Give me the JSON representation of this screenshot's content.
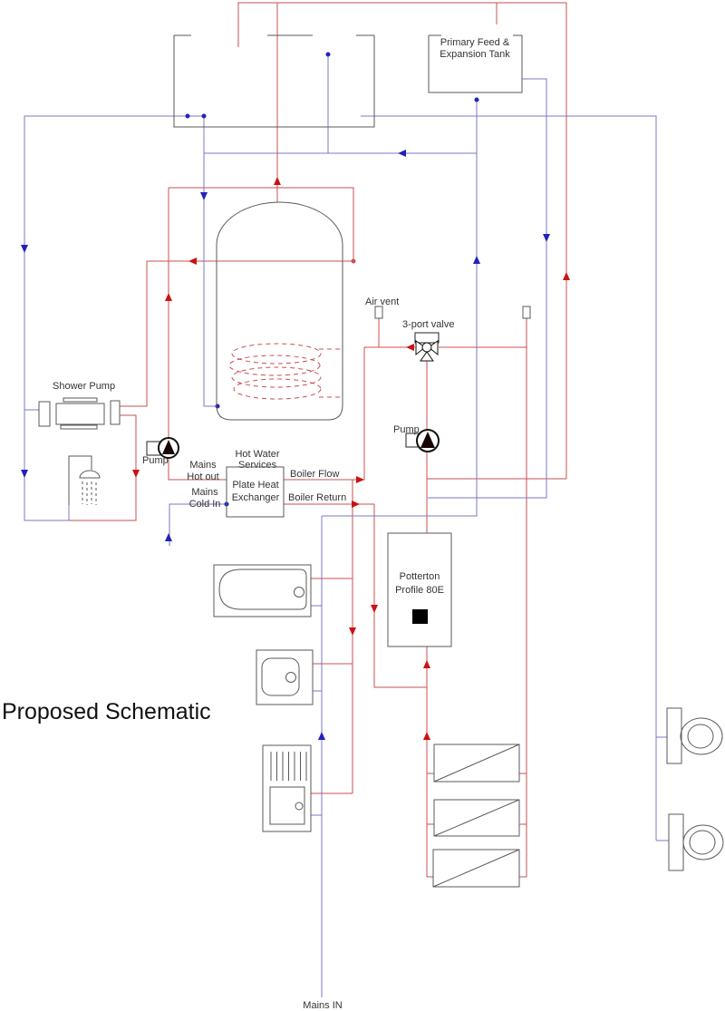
{
  "title": "Proposed Schematic",
  "colors": {
    "pipe_red": "#c85050",
    "pipe_blue": "#7878c8",
    "arrow_red": "#cc1111",
    "arrow_blue": "#2222bb",
    "outline_gray": "#5a5a5a",
    "text": "#333333",
    "boiler_window": "#000000"
  },
  "labels": {
    "feed_tank_line1": "Primary Feed &",
    "feed_tank_line2": "Expansion Tank",
    "air_vent": "Air vent",
    "three_port_valve": "3-port valve",
    "pump_primary": "Pump",
    "pump_secondary": "Pump",
    "shower_pump": "Shower Pump",
    "hot_water_line1": "Hot Water",
    "hot_water_line2": "Services",
    "phe_line1": "Plate Heat",
    "phe_line2": "Exchanger",
    "mains_hot_line1": "Mains",
    "mains_hot_line2": "Hot out",
    "mains_cold_line1": "Mains",
    "mains_cold_line2": "Cold In",
    "boiler_flow": "Boiler Flow",
    "boiler_return": "Boiler Return",
    "boiler_line1": "Potterton",
    "boiler_line2": "Profile 80E",
    "mains_in": "Mains IN",
    "page_title": "Proposed Schematic"
  }
}
